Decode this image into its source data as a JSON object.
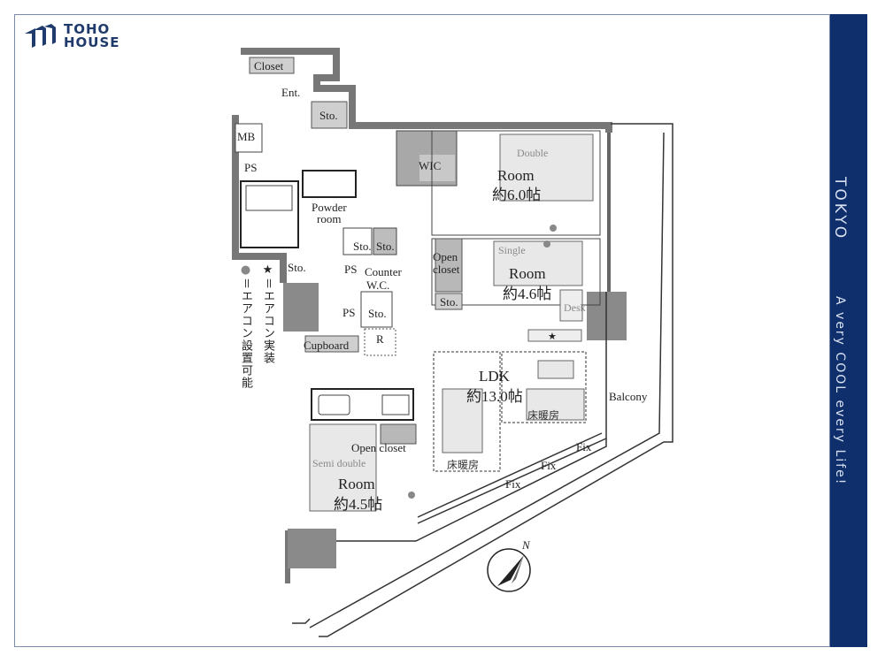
{
  "brand": {
    "logo_line1": "TOHO",
    "logo_line2": "HOUSE",
    "color": "#1f3a6b"
  },
  "side_band": {
    "city": "TOKYO",
    "tagline": "A very COOL every Life!",
    "bg_color": "#0e2f6b",
    "text_color": "#d8e0f0"
  },
  "legend": {
    "star_symbol": "★",
    "star_text": "＝エアコン実装",
    "dot_symbol": "●",
    "dot_text": "＝エアコン設置可能"
  },
  "floorplan": {
    "labels": {
      "closet": "Closet",
      "entrance": "Ent.",
      "sto_entry": "Sto.",
      "mb": "MB",
      "ps_top": "PS",
      "powder_room_1": "Powder",
      "powder_room_2": "room",
      "sto_bath": "Sto.",
      "sto_a": "Sto.",
      "sto_b": "Sto.",
      "ps_mid": "PS",
      "counter": "Counter",
      "wc": "W.C.",
      "ps_low": "PS",
      "sto_wc": "Sto.",
      "cupboard": "Cupboard",
      "refrigerator": "R",
      "wic": "WIC",
      "open_closet_mid_1": "Open",
      "open_closet_mid_2": "closet",
      "sto_mid": "Sto.",
      "open_closet_low": "Open closet",
      "balcony": "Balcony",
      "fix1": "Fix",
      "fix2": "Fix",
      "fix3": "Fix",
      "desk": "Desk",
      "floor_heating_1": "床暖房",
      "floor_heating_2": "床暖房",
      "north": "N"
    },
    "rooms": [
      {
        "name": "Room",
        "size": "約6.0帖",
        "bed": "Double"
      },
      {
        "name": "Room",
        "size": "約4.6帖",
        "bed": "Single"
      },
      {
        "name": "LDK",
        "size": "約13.0帖",
        "bed": ""
      },
      {
        "name": "Room",
        "size": "約4.5帖",
        "bed": "Semi double"
      }
    ]
  }
}
